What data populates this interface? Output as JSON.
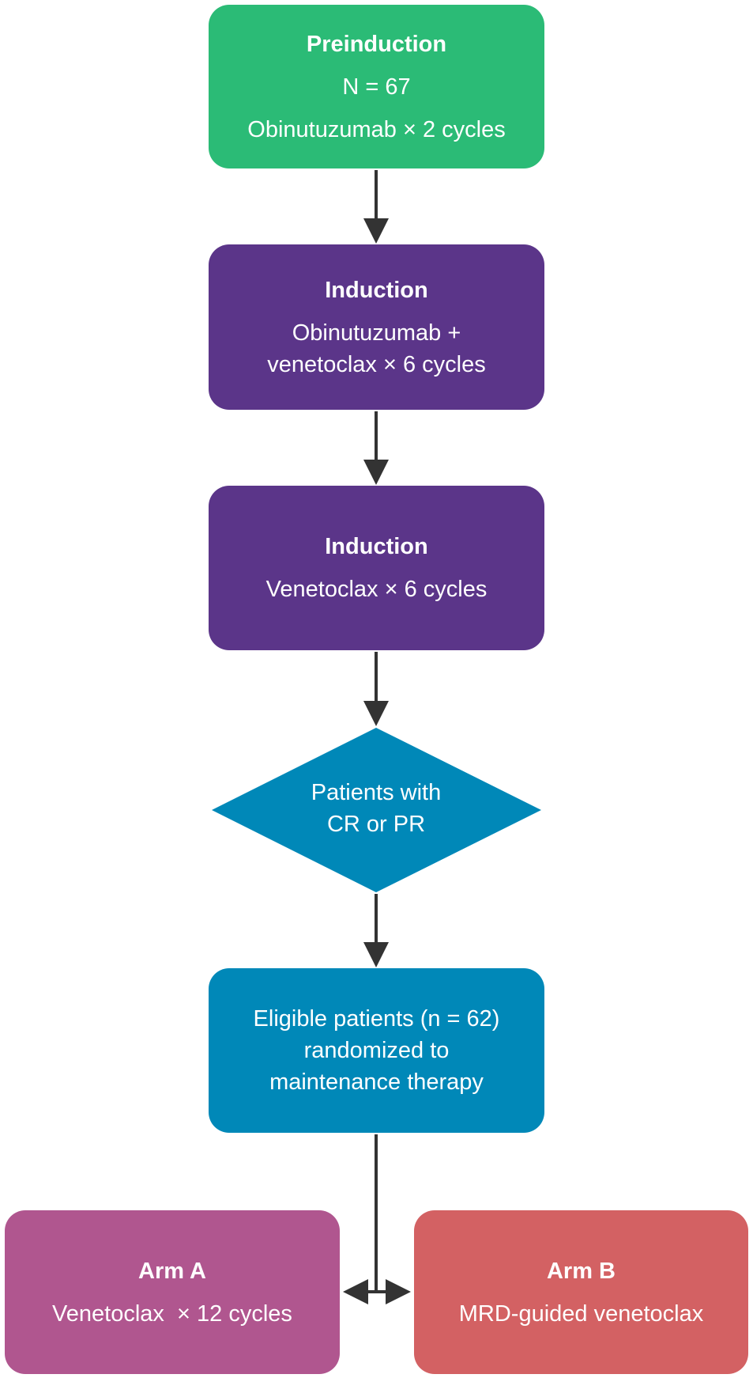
{
  "colors": {
    "preinduction": "#2bbb76",
    "induction": "#5b3589",
    "diamond": "#0088b8",
    "randomized": "#0088b8",
    "arm_a": "#b0568f",
    "arm_b": "#d36163",
    "connector": "#333333"
  },
  "preinduction": {
    "title": "Preinduction",
    "lines": [
      "N = 67",
      "Obinutuzumab × 2 cycles"
    ]
  },
  "induction_1": {
    "title": "Induction",
    "lines": [
      "Obinutuzumab +",
      "venetoclax × 6 cycles"
    ]
  },
  "induction_2": {
    "title": "Induction",
    "lines": [
      "Venetoclax × 6 cycles"
    ]
  },
  "decision": {
    "lines": [
      "Patients with",
      "CR or PR"
    ]
  },
  "randomized": {
    "lines": [
      "Eligible patients (n = 62)",
      "randomized to",
      "maintenance therapy"
    ]
  },
  "arm_a": {
    "title": "Arm A",
    "lines": [
      "Venetoclax  × 12 cycles"
    ]
  },
  "arm_b": {
    "title": "Arm B",
    "lines": [
      "MRD-guided venetoclax"
    ]
  }
}
